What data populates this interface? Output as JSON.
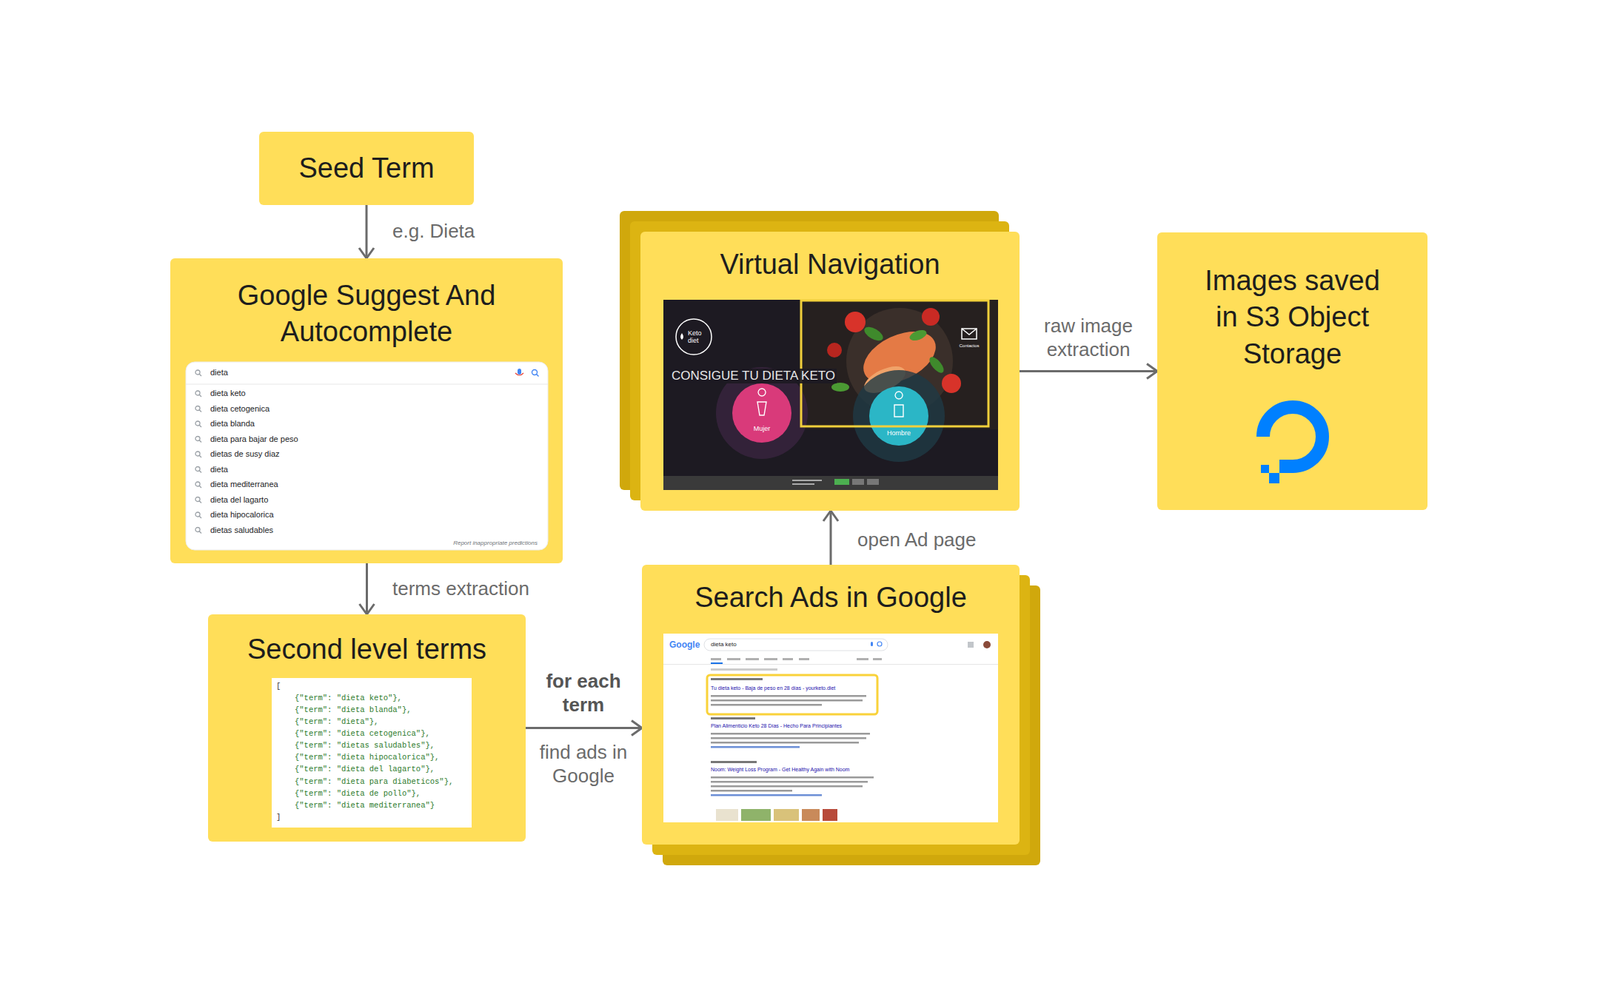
{
  "diagram": {
    "nodes": [
      {
        "text": [
          "Seed Term"
        ]
      },
      {
        "text": [
          "Google Suggest And Autocomplete"
        ]
      },
      {
        "text": [
          "Second level terms"
        ]
      },
      {
        "text": [
          "Search Ads in Google"
        ]
      },
      {
        "text": [
          "Virtual Navigation"
        ]
      },
      {
        "text": [
          "Images saved in S3 Object Storage"
        ]
      }
    ],
    "edges": [
      {
        "from": 0,
        "to": 1,
        "label": "e.g. Dieta",
        "arrow": "to"
      },
      {
        "from": 1,
        "to": 2,
        "label": "terms extraction",
        "arrow": "to"
      },
      {
        "from": 2,
        "to": 3,
        "label": "for each term",
        "arrow": "to"
      },
      {
        "from": 3,
        "to": 4,
        "label": "open Ad page",
        "arrow": "to"
      },
      {
        "from": 4,
        "to": 5,
        "label": "raw image extraction",
        "arrow": "to"
      }
    ],
    "labels": [
      "dieta",
      "dieta keto",
      "dieta cetogenica",
      "dieta blanda",
      "dieta para bajar de peso",
      "dietas de susy diaz",
      "dieta",
      "dieta mediterranea",
      "dieta del lagarto",
      "dieta hipocalorica",
      "dietas saludables",
      "Report inappropriate predictions",
      "[",
      "{\"term\": \"dieta keto\"},",
      "{\"term\": \"dieta blanda\"},",
      "{\"term\": \"dieta\"},",
      "{\"term\": \"dieta cetogenica\"},",
      "{\"term\": \"dietas saludables\"},",
      "{\"term\": \"dieta hipocalorica\"},",
      "{\"term\": \"dieta del lagarto\"},",
      "{\"term\": \"dieta para diabeticos\"},",
      "{\"term\": \"dieta de pollo\"},",
      "{\"term\": \"dieta mediterranea\"}",
      "]",
      "find ads in Google",
      "Google",
      "dieta keto",
      "Tu dieta keto - Baja de peso en 28 días - yourketo.diet",
      "Plan Alimenticio Keto 28 Días - Hecho Para Principiantes",
      "Noom: Weight Loss Program - Get Healthy Again with Noom",
      "Keto diet",
      "CONSIGUE TU DIETA KETO",
      "Mujer",
      "Hombre",
      "Contactos"
    ]
  }
}
